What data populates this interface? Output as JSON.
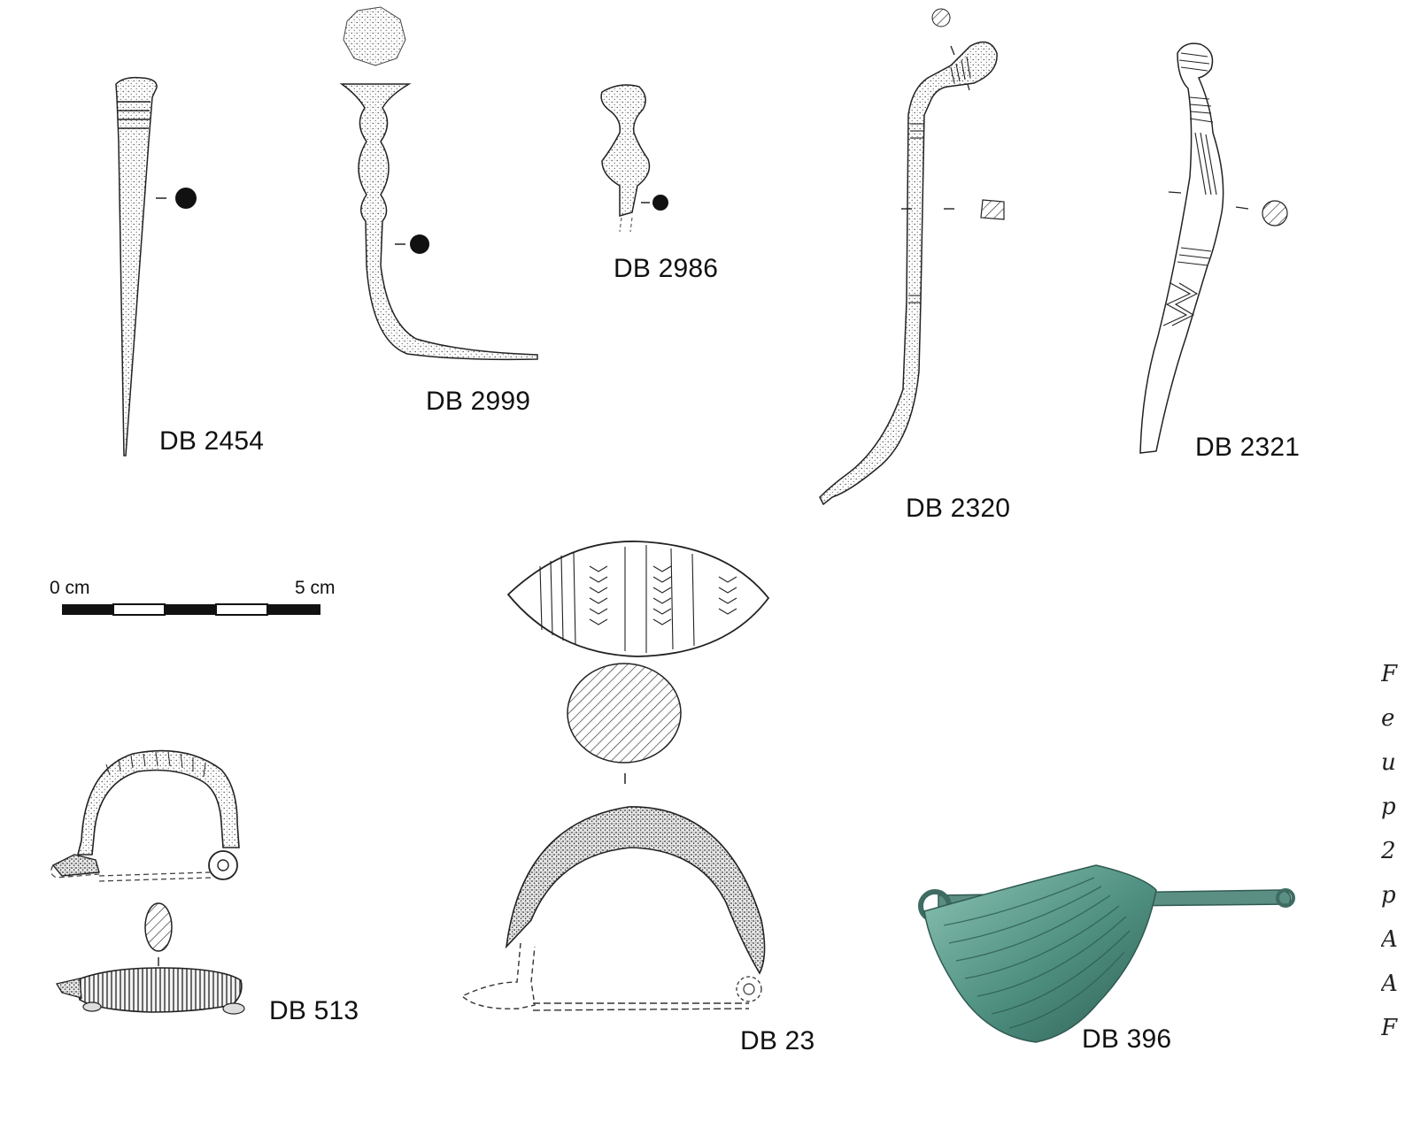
{
  "artifacts": [
    {
      "id": "db2454",
      "label": "DB 2454"
    },
    {
      "id": "db2999",
      "label": "DB 2999"
    },
    {
      "id": "db2986",
      "label": "DB 2986"
    },
    {
      "id": "db2320",
      "label": "DB 2320"
    },
    {
      "id": "db2321",
      "label": "DB 2321"
    },
    {
      "id": "db513",
      "label": "DB 513"
    },
    {
      "id": "db23",
      "label": "DB 23"
    },
    {
      "id": "db396",
      "label": "DB 396"
    }
  ],
  "scale_bar": {
    "start_label": "0 cm",
    "end_label": "5 cm",
    "segments": 5
  },
  "caption_fragment": [
    "F",
    "e",
    "u",
    "p",
    "2",
    "p",
    "A",
    "A",
    "F"
  ],
  "colors": {
    "ink": "#111111",
    "stipple": "#555555",
    "patina": "#4e8f80"
  }
}
